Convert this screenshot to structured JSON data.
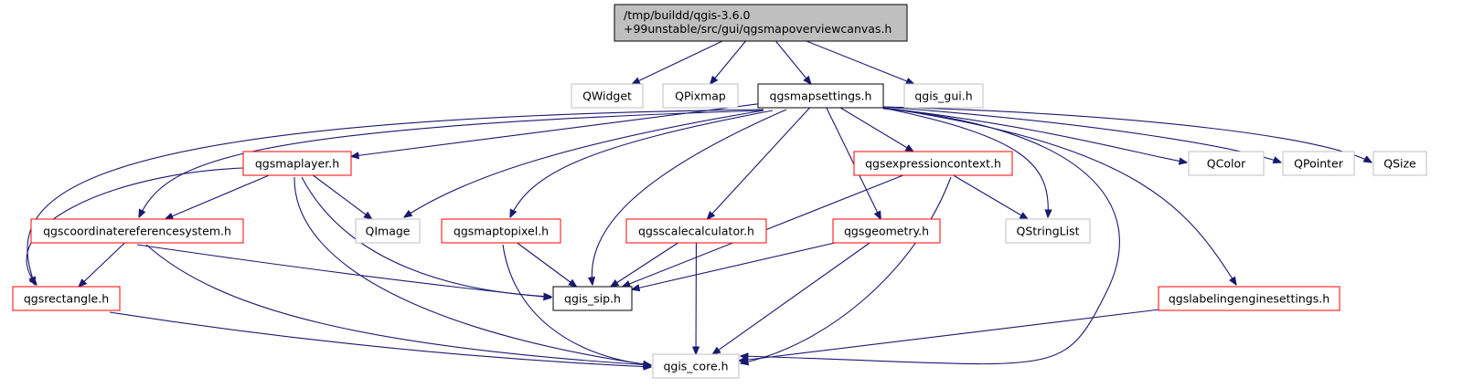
{
  "graph": {
    "colors": {
      "root_fill": "#bfbfbf",
      "root_border": "#000000",
      "normal_border": "#000000",
      "red_border": "#ff0000",
      "external_border": "#bfbfbf",
      "edge": "#191970",
      "background": "#ffffff"
    },
    "nodes": [
      {
        "id": "root",
        "lines": [
          "/tmp/buildd/qgis-3.6.0",
          "+99unstable/src/gui/qgsmapoverviewcanvas.h"
        ],
        "style": "root"
      },
      {
        "id": "qwidget",
        "lines": [
          "QWidget"
        ],
        "style": "external"
      },
      {
        "id": "qpixmap",
        "lines": [
          "QPixmap"
        ],
        "style": "external"
      },
      {
        "id": "qgsmapsettings",
        "lines": [
          "qgsmapsettings.h"
        ],
        "style": "normal"
      },
      {
        "id": "qgis_gui",
        "lines": [
          "qgis_gui.h"
        ],
        "style": "external"
      },
      {
        "id": "qgsmaplayer",
        "lines": [
          "qgsmaplayer.h"
        ],
        "style": "red"
      },
      {
        "id": "qgsexpressioncontext",
        "lines": [
          "qgsexpressioncontext.h"
        ],
        "style": "red"
      },
      {
        "id": "qcolor",
        "lines": [
          "QColor"
        ],
        "style": "external"
      },
      {
        "id": "qpointer",
        "lines": [
          "QPointer"
        ],
        "style": "external"
      },
      {
        "id": "qsize",
        "lines": [
          "QSize"
        ],
        "style": "external"
      },
      {
        "id": "qgscrs",
        "lines": [
          "qgscoordinatereferencesystem.h"
        ],
        "style": "red"
      },
      {
        "id": "qimage",
        "lines": [
          "QImage"
        ],
        "style": "external"
      },
      {
        "id": "qgsmaptopixel",
        "lines": [
          "qgsmaptopixel.h"
        ],
        "style": "red"
      },
      {
        "id": "qgsscalecalculator",
        "lines": [
          "qgsscalecalculator.h"
        ],
        "style": "red"
      },
      {
        "id": "qgsgeometry",
        "lines": [
          "qgsgeometry.h"
        ],
        "style": "red"
      },
      {
        "id": "qstringlist",
        "lines": [
          "QStringList"
        ],
        "style": "external"
      },
      {
        "id": "qgsrectangle",
        "lines": [
          "qgsrectangle.h"
        ],
        "style": "red"
      },
      {
        "id": "qgis_sip",
        "lines": [
          "qgis_sip.h"
        ],
        "style": "normal"
      },
      {
        "id": "qgslabeling",
        "lines": [
          "qgslabelingenginesettings.h"
        ],
        "style": "red"
      },
      {
        "id": "qgis_core",
        "lines": [
          "qgis_core.h"
        ],
        "style": "external"
      }
    ],
    "edges": [
      {
        "from": "root",
        "to": "qwidget"
      },
      {
        "from": "root",
        "to": "qpixmap"
      },
      {
        "from": "root",
        "to": "qgsmapsettings"
      },
      {
        "from": "root",
        "to": "qgis_gui"
      },
      {
        "from": "qgsmapsettings",
        "to": "qgsmaplayer"
      },
      {
        "from": "qgsmapsettings",
        "to": "qgscrs"
      },
      {
        "from": "qgsmapsettings",
        "to": "qgsrectangle"
      },
      {
        "from": "qgsmapsettings",
        "to": "qimage"
      },
      {
        "from": "qgsmapsettings",
        "to": "qgsmaptopixel"
      },
      {
        "from": "qgsmapsettings",
        "to": "qgis_sip"
      },
      {
        "from": "qgsmapsettings",
        "to": "qgsscalecalculator"
      },
      {
        "from": "qgsmapsettings",
        "to": "qgsgeometry"
      },
      {
        "from": "qgsmapsettings",
        "to": "qgsexpressioncontext"
      },
      {
        "from": "qgsmapsettings",
        "to": "qstringlist"
      },
      {
        "from": "qgsmapsettings",
        "to": "qgis_core"
      },
      {
        "from": "qgsmapsettings",
        "to": "qgslabeling"
      },
      {
        "from": "qgsmapsettings",
        "to": "qcolor"
      },
      {
        "from": "qgsmapsettings",
        "to": "qpointer"
      },
      {
        "from": "qgsmapsettings",
        "to": "qsize"
      },
      {
        "from": "qgsmaplayer",
        "to": "qgscrs"
      },
      {
        "from": "qgsmaplayer",
        "to": "qgsrectangle"
      },
      {
        "from": "qgsmaplayer",
        "to": "qimage"
      },
      {
        "from": "qgsmaplayer",
        "to": "qgis_sip"
      },
      {
        "from": "qgsmaplayer",
        "to": "qgis_core"
      },
      {
        "from": "qgsexpressioncontext",
        "to": "qgis_sip"
      },
      {
        "from": "qgsexpressioncontext",
        "to": "qstringlist"
      },
      {
        "from": "qgsexpressioncontext",
        "to": "qgis_core"
      },
      {
        "from": "qgscrs",
        "to": "qgsrectangle"
      },
      {
        "from": "qgscrs",
        "to": "qgis_sip"
      },
      {
        "from": "qgscrs",
        "to": "qgis_core"
      },
      {
        "from": "qgsmaptopixel",
        "to": "qgis_sip"
      },
      {
        "from": "qgsmaptopixel",
        "to": "qgis_core"
      },
      {
        "from": "qgsscalecalculator",
        "to": "qgis_sip"
      },
      {
        "from": "qgsscalecalculator",
        "to": "qgis_core"
      },
      {
        "from": "qgsgeometry",
        "to": "qgis_sip"
      },
      {
        "from": "qgsgeometry",
        "to": "qgis_core"
      },
      {
        "from": "qgsrectangle",
        "to": "qgis_core"
      },
      {
        "from": "qgslabeling",
        "to": "qgis_core"
      }
    ]
  }
}
